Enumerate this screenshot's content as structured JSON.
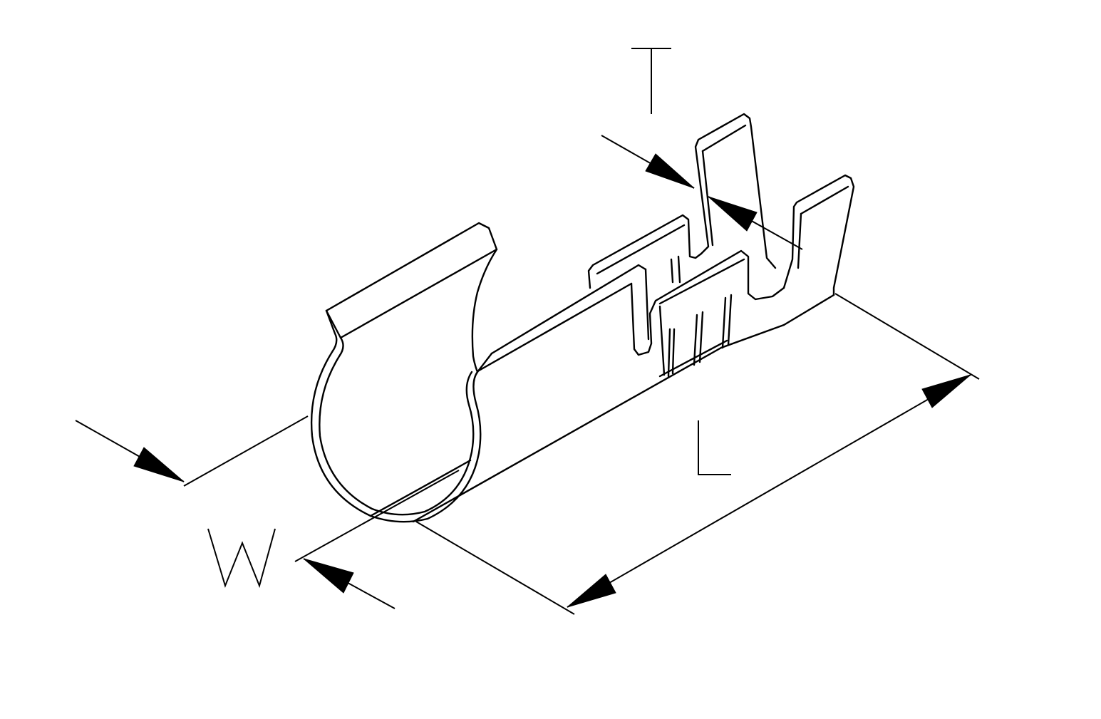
{
  "diagram": {
    "line_color": "#000000",
    "background_color": "#ffffff",
    "dimensions": {
      "thickness_label": "T",
      "width_label": "W",
      "length_label": "L"
    }
  }
}
